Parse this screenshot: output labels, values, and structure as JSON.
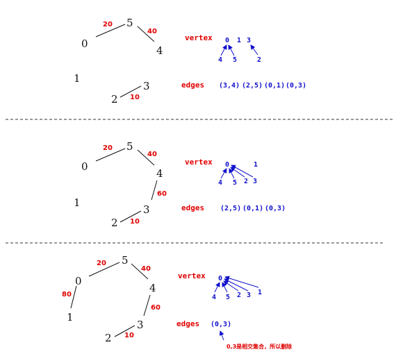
{
  "colors": {
    "weight": "#e00000",
    "blue": "#1010cc",
    "edge": "#111111"
  },
  "panels": [
    {
      "nodes": [
        "0",
        "5",
        "4",
        "1",
        "3",
        "2"
      ],
      "weights": [
        "20",
        "40",
        "10"
      ],
      "vertex_label": "vertex",
      "edges_label": "edges",
      "vertex_tree": [
        "0",
        "1",
        "3",
        "4",
        "5",
        "2"
      ],
      "edges_list": [
        "(3,4)",
        "(2,5)",
        "(0,1)",
        "(0,3)"
      ]
    },
    {
      "nodes": [
        "0",
        "5",
        "4",
        "1",
        "3",
        "2"
      ],
      "weights": [
        "20",
        "40",
        "60",
        "10"
      ],
      "vertex_label": "vertex",
      "edges_label": "edges",
      "vertex_tree": [
        "0",
        "1",
        "4",
        "5",
        "2",
        "3"
      ],
      "edges_list": [
        "(2,5)",
        "(0,1)",
        "(0,3)"
      ]
    },
    {
      "nodes": [
        "0",
        "5",
        "4",
        "1",
        "3",
        "2"
      ],
      "weights": [
        "20",
        "40",
        "80",
        "60",
        "10"
      ],
      "vertex_label": "vertex",
      "edges_label": "edges",
      "vertex_tree": [
        "0",
        "4",
        "5",
        "2",
        "3",
        "1"
      ],
      "edges_list": [
        "(0,3)"
      ],
      "note": "0,3是相交集合，所以删除"
    }
  ]
}
